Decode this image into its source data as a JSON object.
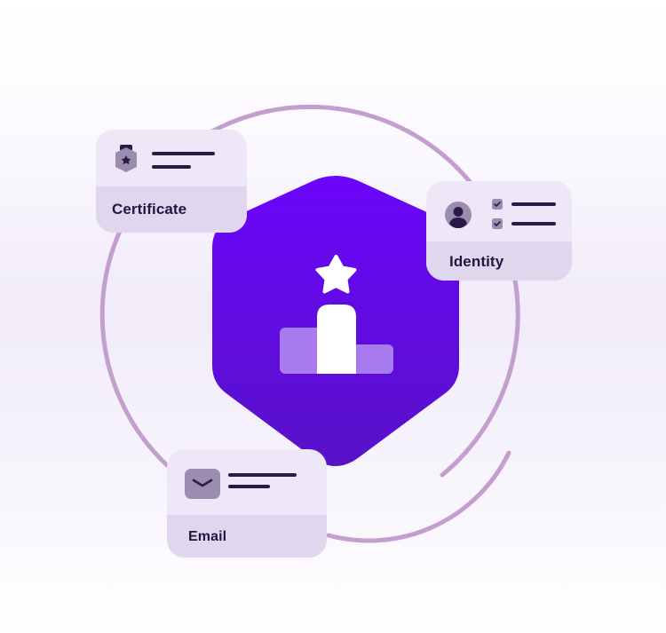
{
  "cards": {
    "certificate": {
      "label": "Certificate",
      "icon": "certificate-badge-icon"
    },
    "identity": {
      "label": "Identity",
      "icon": "user-avatar-icon"
    },
    "email": {
      "label": "Email",
      "icon": "envelope-icon"
    }
  },
  "center": {
    "icon": "podium-star-shield-icon"
  },
  "colors": {
    "shield_top": "#6a05f8",
    "shield_bottom": "#5a12d0",
    "ring": "#c49fce",
    "card_bg": "#ede7f7",
    "card_footer": "#e0d7ee",
    "text_dark": "#24163f",
    "icon_muted": "#9c8cb0"
  }
}
